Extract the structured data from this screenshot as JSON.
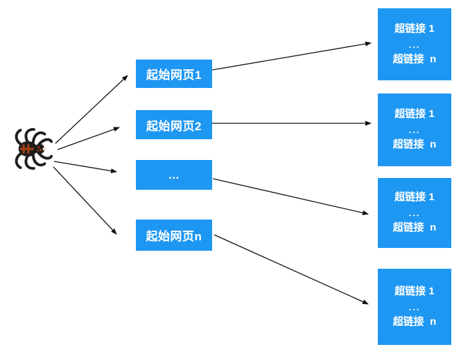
{
  "colors": {
    "background": "#FFFFFF",
    "box": "#1E97F2",
    "box_text": "#FFFFFF",
    "arrow": "#111111",
    "spider_body": "#1D1D1D",
    "spider_marking": "#9E3D14"
  },
  "spider": {
    "name": "web-crawler-spider-icon"
  },
  "start_pages": [
    {
      "label": "起始网页1"
    },
    {
      "label": "起始网页2"
    },
    {
      "label": "..."
    },
    {
      "label": "起始网页n"
    }
  ],
  "link_boxes": [
    {
      "line1": "超链接 1",
      "line2": "...",
      "line3": "超链接  n"
    },
    {
      "line1": "超链接 1",
      "line2": "...",
      "line3": "超链接  n"
    },
    {
      "line1": "超链接 1",
      "line2": "...",
      "line3": "超链接  n"
    },
    {
      "line1": "超链接 1",
      "line2": "...",
      "line3": "超链接  n"
    }
  ]
}
